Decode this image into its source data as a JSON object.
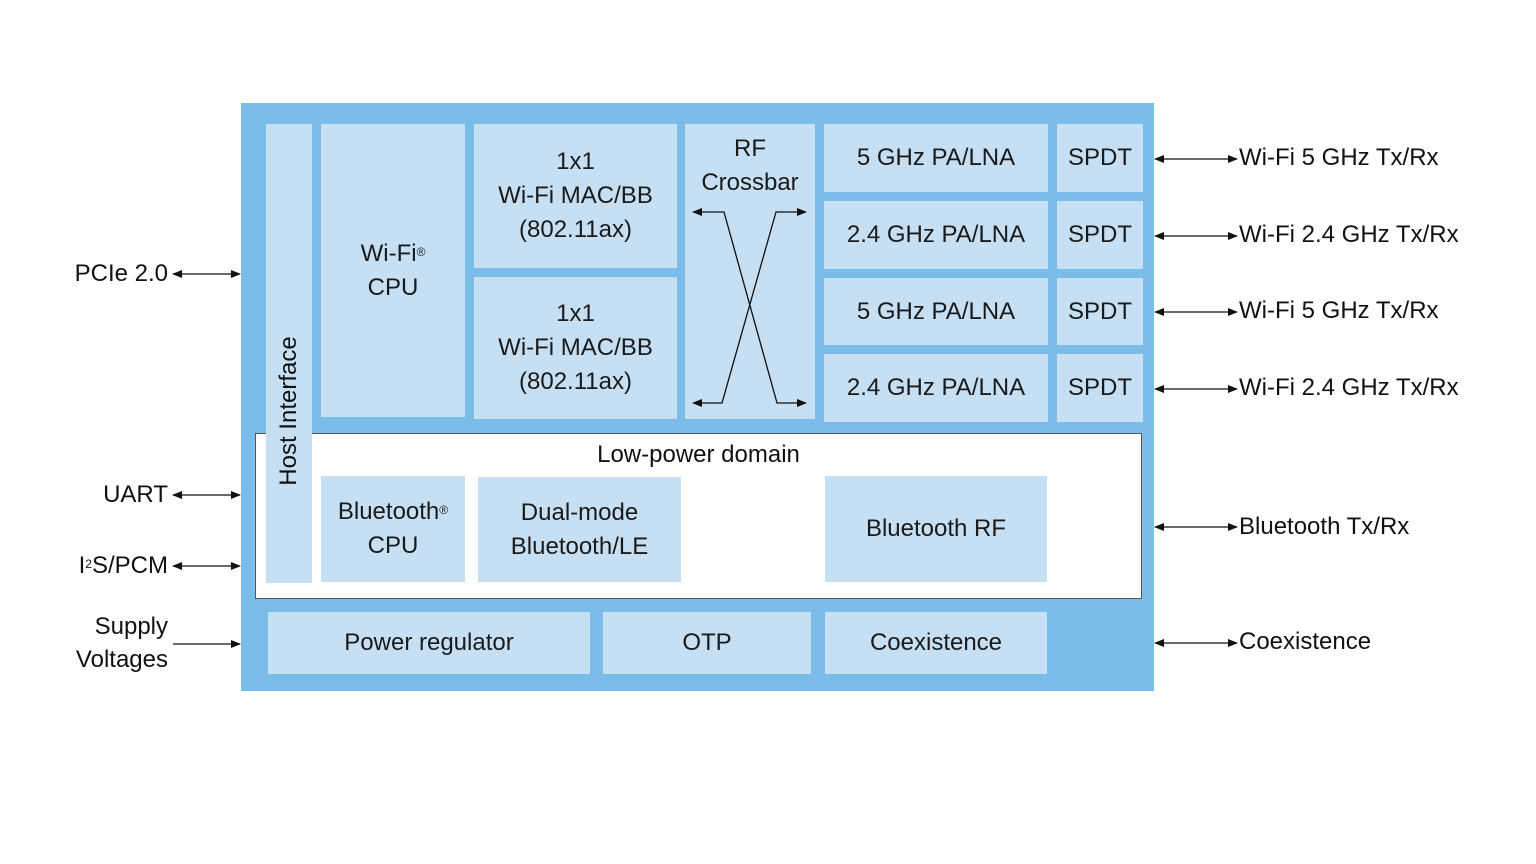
{
  "diagram": {
    "colors": {
      "chip_bg": "#7bbde9",
      "block_bg": "#c6dff3",
      "low_power_bg": "#ffffff",
      "text": "#1a1a1a"
    },
    "blocks": {
      "host_interface": "Host Interface",
      "wifi_cpu_line1": "Wi-Fi",
      "wifi_cpu_sup": "®",
      "wifi_cpu_line2": "CPU",
      "mac_bb_1": [
        "1x1",
        "Wi-Fi MAC/BB",
        "(802.11ax)"
      ],
      "mac_bb_2": [
        "1x1",
        "Wi-Fi MAC/BB",
        "(802.11ax)"
      ],
      "rf_crossbar": [
        "RF",
        "Crossbar"
      ],
      "pa_lna": [
        "5 GHz PA/LNA",
        "2.4 GHz PA/LNA",
        "5 GHz PA/LNA",
        "2.4 GHz PA/LNA"
      ],
      "spdt": [
        "SPDT",
        "SPDT",
        "SPDT",
        "SPDT"
      ],
      "low_power_domain": "Low-power domain",
      "bt_cpu_line1": "Bluetooth",
      "bt_cpu_sup": "®",
      "bt_cpu_line2": "CPU",
      "dual_mode": [
        "Dual-mode",
        "Bluetooth/LE"
      ],
      "bt_rf": "Bluetooth RF",
      "power_regulator": "Power regulator",
      "otp": "OTP",
      "coexistence": "Coexistence"
    },
    "left_signals": {
      "pcie": "PCIe 2.0",
      "uart": "UART",
      "i2s_pre": "I",
      "i2s_sup": "2",
      "i2s_post": "S/PCM",
      "supply": [
        "Supply",
        "Voltages"
      ]
    },
    "right_signals": [
      "Wi-Fi 5 GHz Tx/Rx",
      "Wi-Fi 2.4 GHz Tx/Rx",
      "Wi-Fi 5 GHz Tx/Rx",
      "Wi-Fi 2.4 GHz Tx/Rx",
      "Bluetooth Tx/Rx",
      "Coexistence"
    ]
  }
}
